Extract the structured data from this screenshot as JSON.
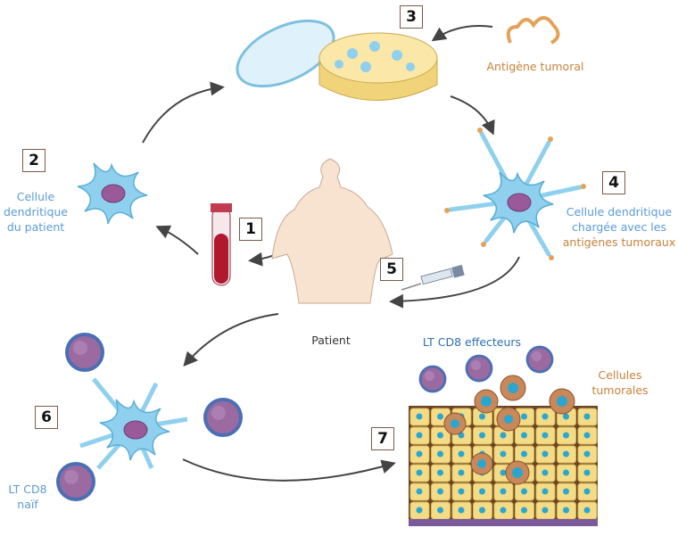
{
  "steps": [
    "1",
    "2",
    "3",
    "4",
    "5",
    "6",
    "7"
  ],
  "labels": {
    "antigen": "Antigène tumoral",
    "patient_dc": [
      "Cellule",
      "dendritique",
      "du patient"
    ],
    "loaded_dc_blue": [
      "Cellule dendritique",
      "chargée avec les"
    ],
    "loaded_dc_orange": "antigènes tumoraux",
    "patient": "Patient",
    "effector": "LT CD8 effecteurs",
    "tumor_cells": [
      "Cellules",
      "tumorales"
    ],
    "naive": [
      "LT CD8",
      "naïf"
    ]
  },
  "colors": {
    "cell_blue": "#8fd0ee",
    "nucleus": "#9a5a9a",
    "antigen": "#e3a257",
    "tcell": "#4a6fb5",
    "tumor": "#c9885a",
    "tissue": "#f4dc86",
    "arrow": "#444444",
    "text_blue": "#5b9bd5",
    "text_orange": "#c8823a"
  }
}
